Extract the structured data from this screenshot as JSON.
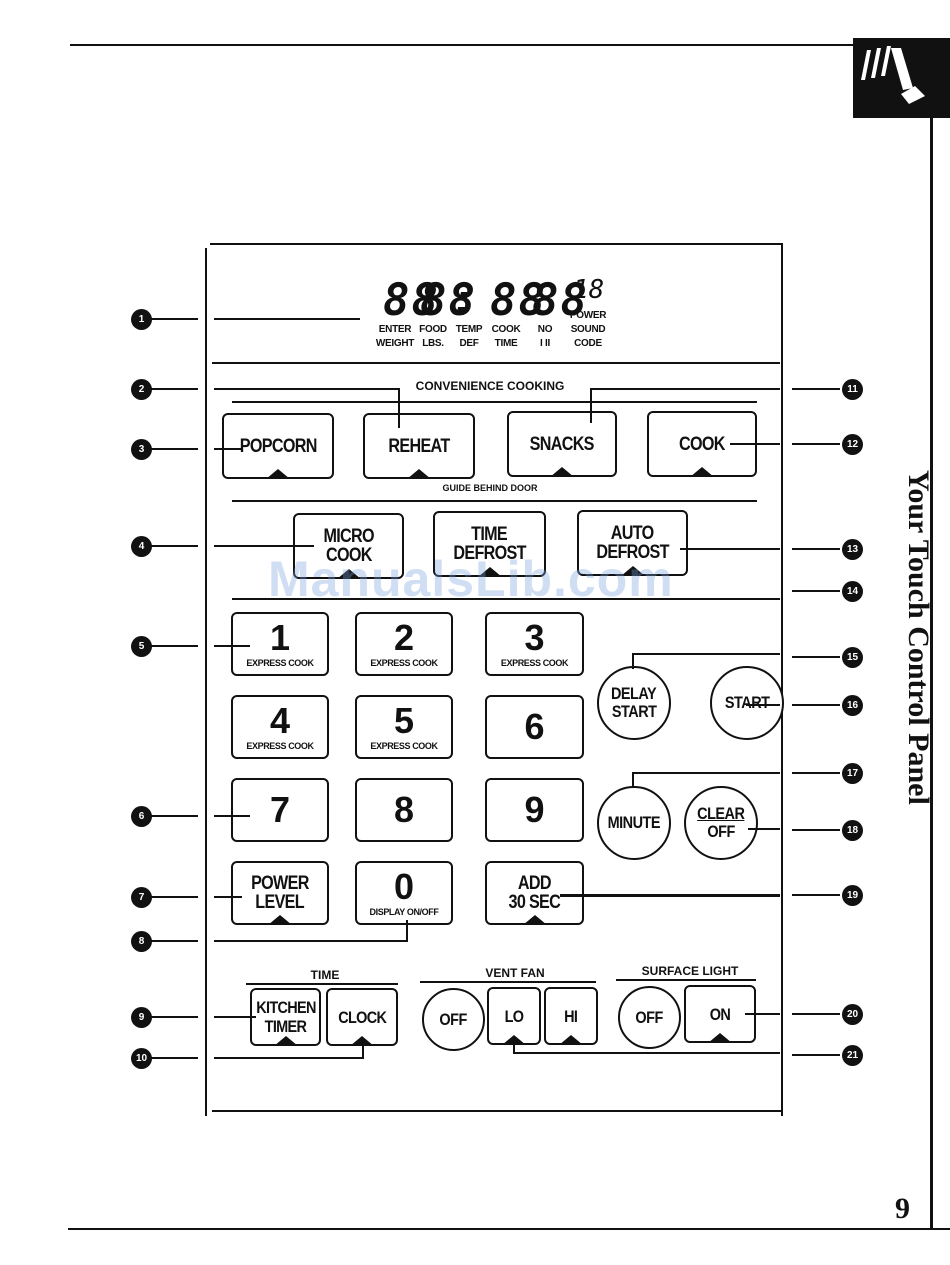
{
  "page": {
    "sidebar_title": "Your Touch Control Panel",
    "page_number": "9",
    "watermark": "ManualsLib.com"
  },
  "display": {
    "digits": [
      "88",
      "88",
      ":",
      "88",
      "88"
    ],
    "power_digits": "18",
    "labels": [
      {
        "top": "ENTER",
        "bottom": "WEIGHT"
      },
      {
        "top": "FOOD",
        "bottom": "LBS."
      },
      {
        "top": "TEMP",
        "bottom": "DEF"
      },
      {
        "top": "COOK",
        "bottom": "TIME"
      },
      {
        "top": "NO",
        "bottom": "I  II"
      },
      {
        "top": "POWER",
        "mid": "SOUND",
        "bottom": "CODE"
      }
    ]
  },
  "sections": {
    "convenience": "CONVENIENCE COOKING",
    "guide": "GUIDE BEHIND DOOR",
    "time": "TIME",
    "vent_fan": "VENT FAN",
    "surface_light": "SURFACE LIGHT"
  },
  "buttons": {
    "popcorn": "POPCORN",
    "reheat": "REHEAT",
    "snacks": "SNACKS",
    "cook": "COOK",
    "micro_cook": [
      "MICRO",
      "COOK"
    ],
    "time_defrost": [
      "TIME",
      "DEFROST"
    ],
    "auto_defrost": [
      "AUTO",
      "DEFROST"
    ],
    "express_cook": "EXPRESS COOK",
    "digits": [
      "1",
      "2",
      "3",
      "4",
      "5",
      "6",
      "7",
      "8",
      "9",
      "0"
    ],
    "power_level": [
      "POWER",
      "LEVEL"
    ],
    "display_onoff": "DISPLAY ON/OFF",
    "add_30": [
      "ADD",
      "30 SEC"
    ],
    "delay_start": [
      "DELAY",
      "START"
    ],
    "start": "START",
    "minute": "MINUTE",
    "clear_off": [
      "CLEAR",
      "OFF"
    ],
    "kitchen_timer": [
      "KITCHEN",
      "TIMER"
    ],
    "clock": "CLOCK",
    "fan_off": "OFF",
    "fan_lo": "LO",
    "fan_hi": "HI",
    "light_off": "OFF",
    "light_on": "ON"
  },
  "callouts": [
    "1",
    "2",
    "3",
    "4",
    "5",
    "6",
    "7",
    "8",
    "9",
    "10",
    "11",
    "12",
    "13",
    "14",
    "15",
    "16",
    "17",
    "18",
    "19",
    "20",
    "21"
  ]
}
